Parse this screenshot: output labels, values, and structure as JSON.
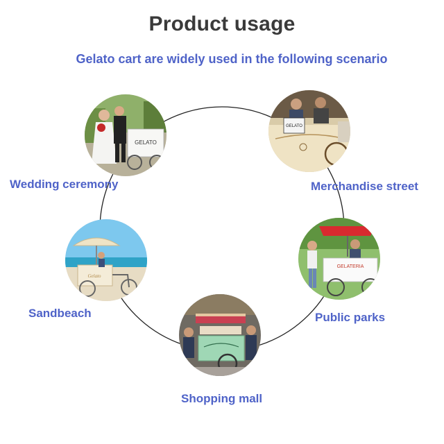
{
  "title": "Product usage",
  "subtitle": "Gelato cart are widely used in the following scenario",
  "scenarios": [
    {
      "label": "Wedding ceremony"
    },
    {
      "label": "Merchandise street"
    },
    {
      "label": "Sandbeach"
    },
    {
      "label": "Public parks"
    },
    {
      "label": "Shopping mall"
    }
  ],
  "cart_signs": {
    "wedding": "GELATO",
    "street": "GELATO",
    "parks": "GELATERIA"
  },
  "colors": {
    "label": "#4f63c8",
    "title": "#3a3a3a",
    "ring": "#222222"
  }
}
